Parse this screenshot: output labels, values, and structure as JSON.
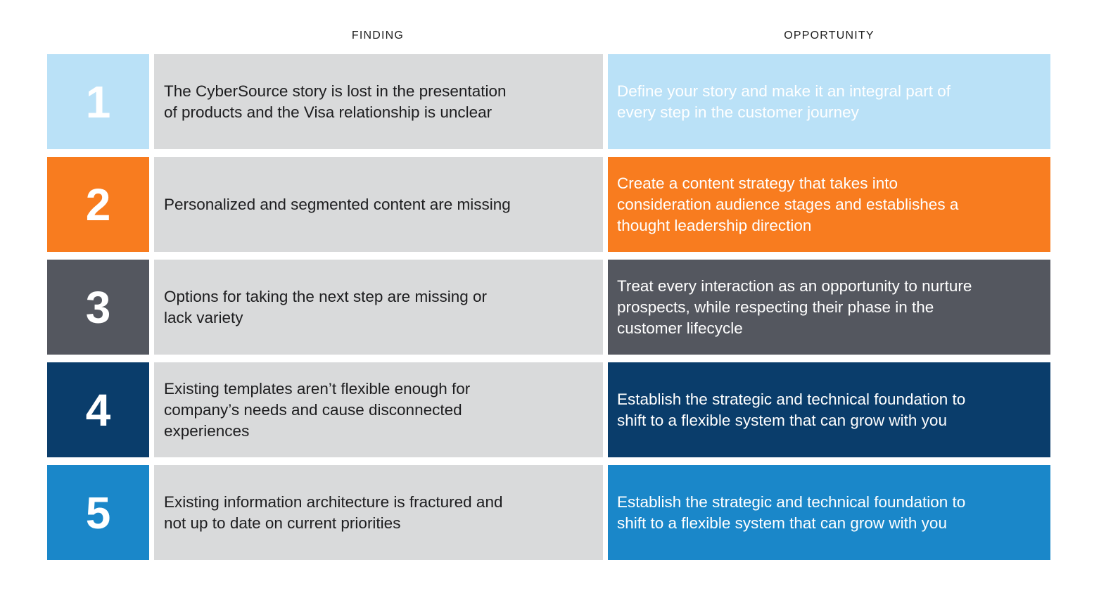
{
  "slide": {
    "headers": {
      "finding": "FINDING",
      "opportunity": "OPPORTUNITY"
    },
    "colors": {
      "background": "#FFFFFF",
      "finding_cell_bg": "#D9DADB",
      "finding_text": "#1D1D1F",
      "opportunity_text": "#FFFFFF",
      "header_text": "#1F1F1F",
      "row_accents": [
        "#BAE1F7",
        "#F87C1F",
        "#54575F",
        "#0A3D6B",
        "#1A87C9"
      ]
    },
    "rows": [
      {
        "number": "1",
        "accent": "#BAE1F7",
        "finding": "The CyberSource story is lost in the presentation\nof products and the Visa relationship is unclear",
        "opportunity": "Define your story and make it an integral part of\nevery step in the customer journey"
      },
      {
        "number": "2",
        "accent": "#F87C1F",
        "finding": "Personalized and segmented content are missing",
        "opportunity": "Create a content strategy that takes into\nconsideration audience stages and establishes a\nthought leadership direction"
      },
      {
        "number": "3",
        "accent": "#54575F",
        "finding": "Options for taking the next step are missing or\nlack variety",
        "opportunity": "Treat every interaction as an opportunity to nurture\nprospects, while respecting their phase in the\ncustomer lifecycle"
      },
      {
        "number": "4",
        "accent": "#0A3D6B",
        "finding": "Existing templates aren’t flexible enough for\ncompany’s needs and cause disconnected\nexperiences",
        "opportunity": "Establish the strategic and technical foundation to\nshift to a flexible system that can grow with you"
      },
      {
        "number": "5",
        "accent": "#1A87C9",
        "finding": "Existing information architecture is fractured and\nnot up to date on current priorities",
        "opportunity": "Establish the strategic and technical foundation to\nshift to a flexible system that can grow with you"
      }
    ]
  }
}
